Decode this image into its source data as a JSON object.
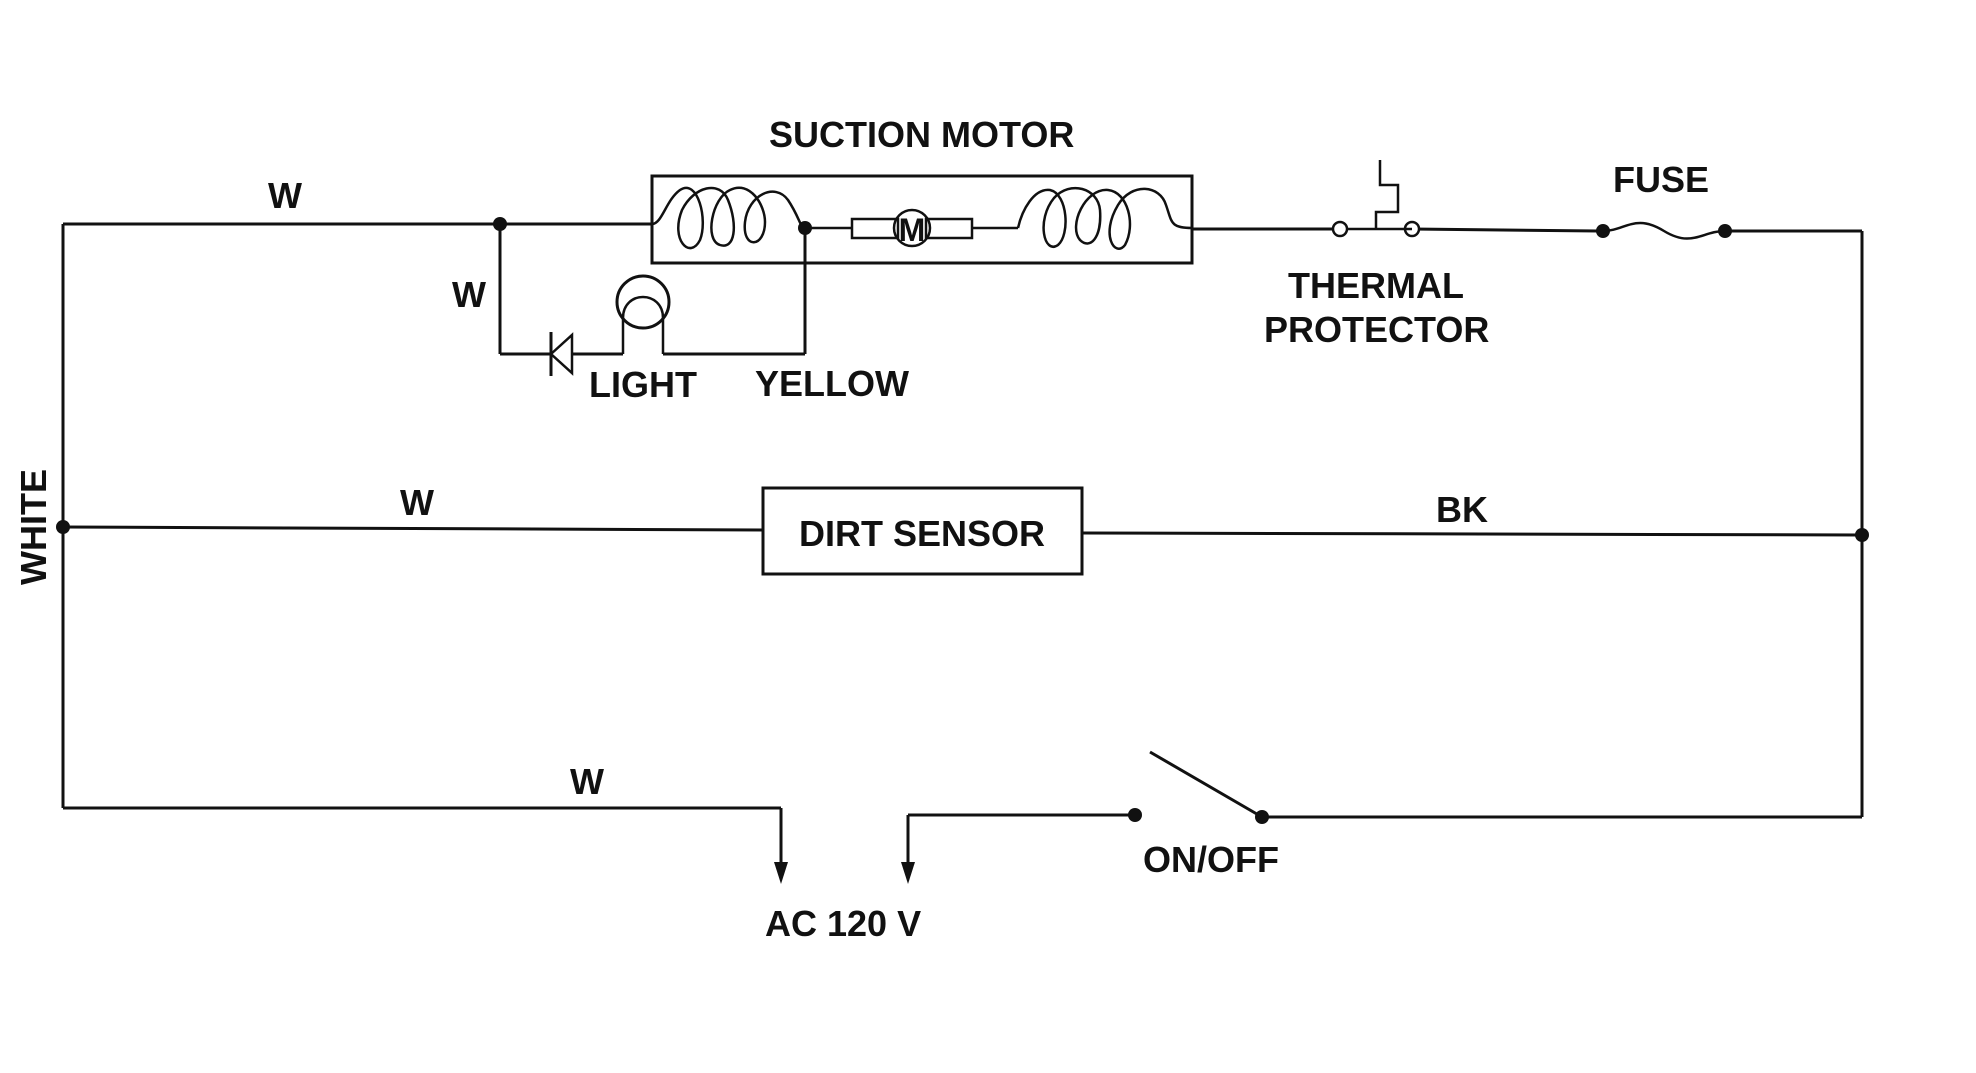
{
  "labels": {
    "suction_motor": "SUCTION MOTOR",
    "motor_symbol": "M",
    "thermal_protector_line1": "THERMAL",
    "thermal_protector_line2": "PROTECTOR",
    "fuse": "FUSE",
    "light": "LIGHT",
    "yellow": "YELLOW",
    "white": "WHITE",
    "dirt_sensor": "DIRT SENSOR",
    "bk": "BK",
    "on_off": "ON/OFF",
    "ac_source": "AC 120 V",
    "wire_w_top": "W",
    "wire_w_branch": "W",
    "wire_w_middle": "W",
    "wire_w_bottom": "W"
  }
}
